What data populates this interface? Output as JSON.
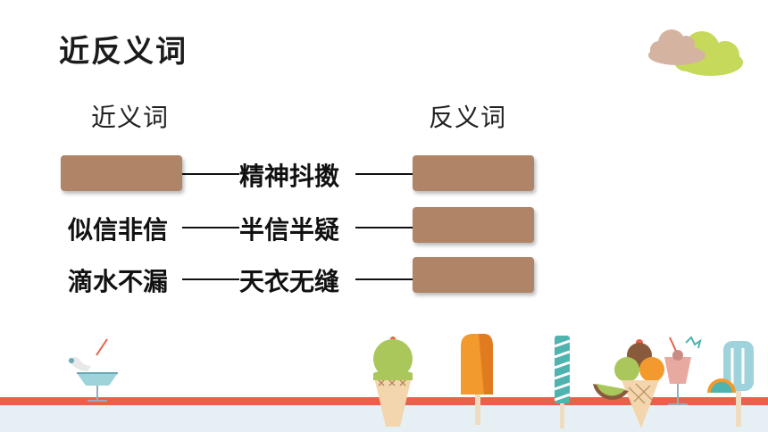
{
  "title": "近反义词",
  "headers": {
    "synonym": "近义词",
    "antonym": "反义词"
  },
  "rows": [
    {
      "left": "",
      "center": "精神抖擞",
      "right": ""
    },
    {
      "left": "似信非信",
      "center": "半信半疑",
      "right": ""
    },
    {
      "left": "滴水不漏",
      "center": "天衣无缝",
      "right": ""
    }
  ],
  "colors": {
    "box": "#b08467",
    "stripe": "#e8614a",
    "cloud_green": "#c6d95a",
    "cloud_tan": "#d4b4a1"
  }
}
